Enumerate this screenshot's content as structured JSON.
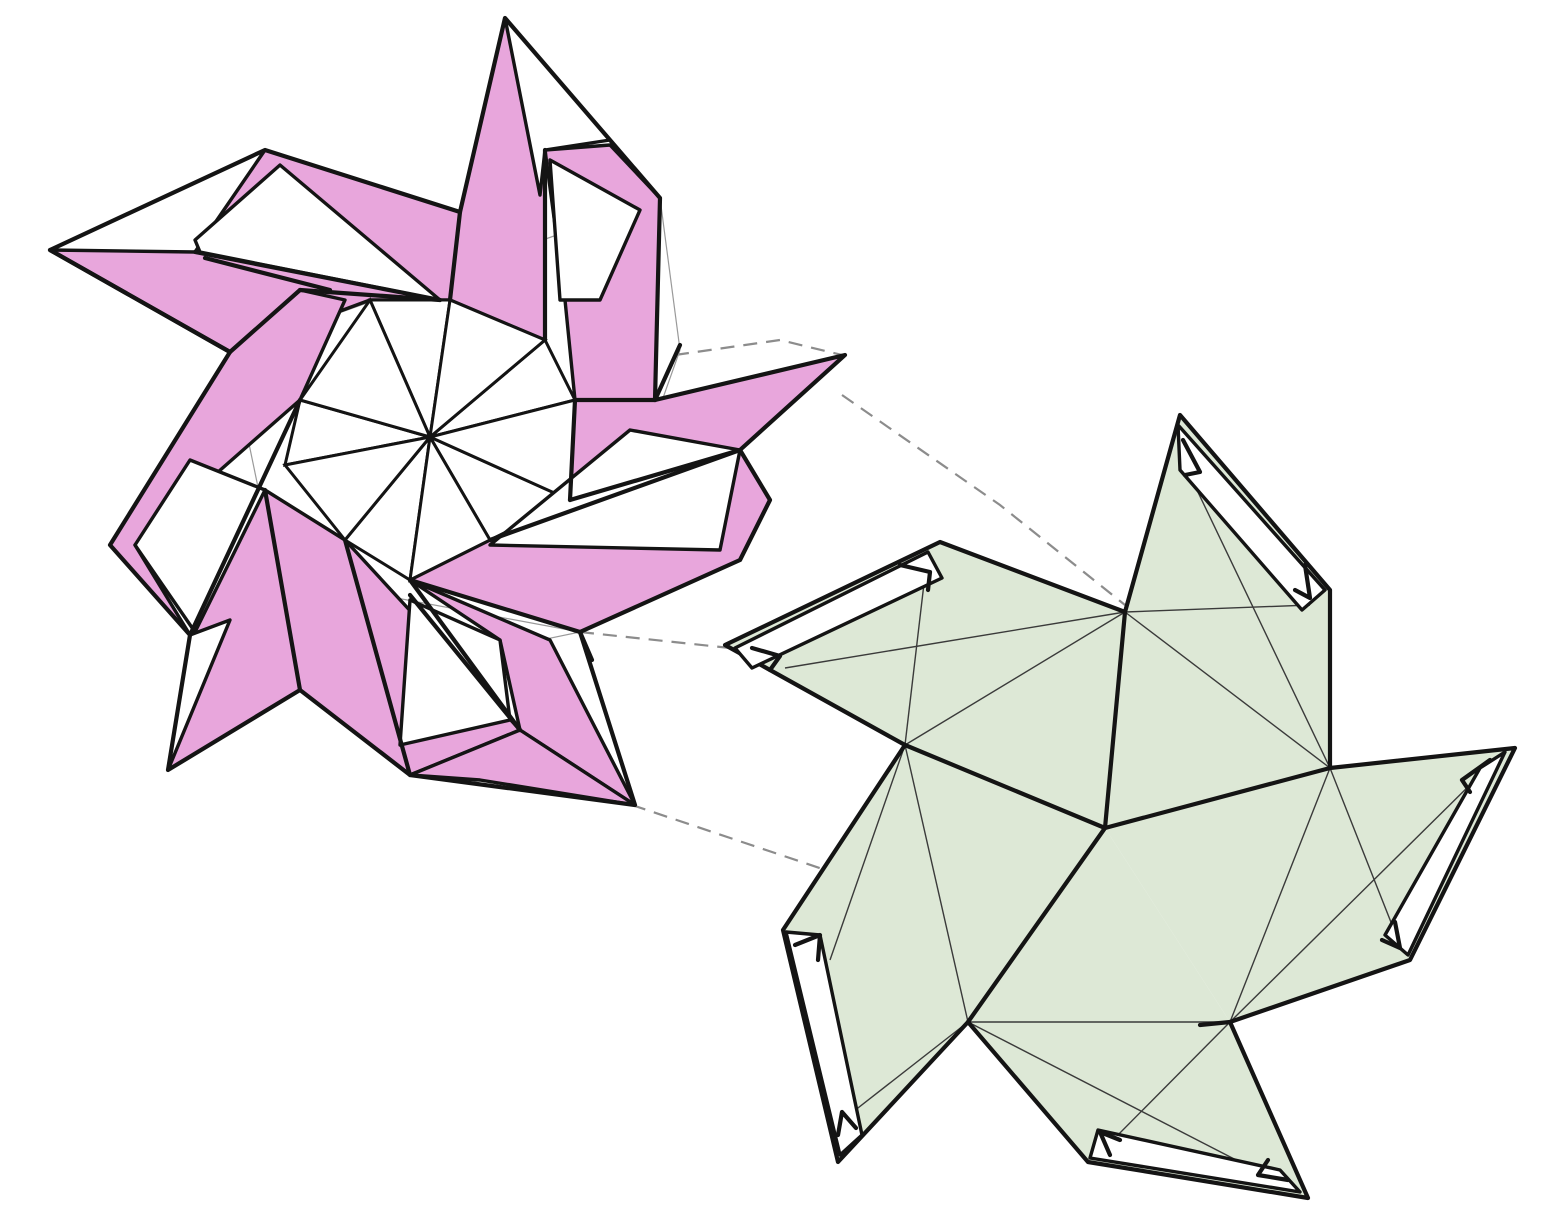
{
  "diagram": {
    "colors": {
      "background": "#ffffff",
      "pink_fill": "#e8a6dc",
      "green_fill": "#dde8d6",
      "line": "#141414",
      "dash": "#8c8c8c"
    },
    "parts": [
      {
        "name": "folded-pinwheel-star",
        "fill": "pink"
      },
      {
        "name": "unfolded-green-net",
        "fill": "green"
      }
    ]
  }
}
